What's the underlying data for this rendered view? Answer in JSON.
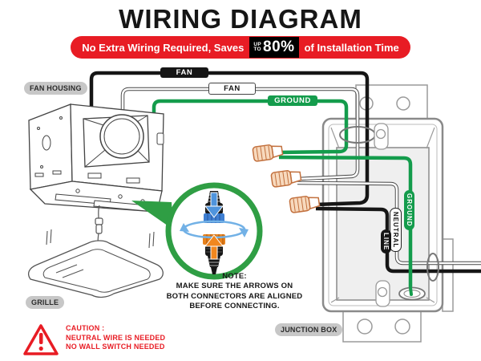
{
  "title": "WIRING DIAGRAM",
  "banner": {
    "prefix": "No Extra Wiring Required, Saves",
    "upto_line1": "UP",
    "upto_line2": "TO",
    "percent": "80%",
    "suffix": "of Installation Time"
  },
  "components": {
    "fan_housing": "FAN HOUSING",
    "grille": "GRILLE",
    "junction_box": "JUNCTION BOX"
  },
  "wire_labels": {
    "fan_black": "FAN",
    "fan_white": "FAN",
    "ground": "GROUND"
  },
  "terminal_labels": {
    "ground": "GROUND",
    "neutral": "NEUTRAL",
    "line": "LINE"
  },
  "note": {
    "title": "NOTE:",
    "lines": [
      "MAKE SURE THE ARROWS ON",
      "BOTH CONNECTORS ARE ALIGNED",
      "BEFORE CONNECTING."
    ]
  },
  "caution": {
    "title": "CAUTION :",
    "lines": [
      "NEUTRAL WIRE IS NEEDED",
      "NO WALL SWITCH NEEDED"
    ]
  },
  "icons": {
    "warning": "warning-triangle-icon",
    "connector_zoom": "connector-alignment-zoom-icon",
    "down_arrow": "blue-down-arrow-icon",
    "up_arrow": "orange-up-arrow-icon",
    "rotate": "rotate-to-align-icon"
  },
  "colors": {
    "red": "#e81c24",
    "green": "#149c4c",
    "ring_green": "#2f9e44",
    "blue": "#4a90d9",
    "light_blue": "#72b1e6",
    "orange": "#f0821e",
    "nut_orange": "#c2703d",
    "pill_gray": "#c7c7c7",
    "black": "#161616"
  }
}
